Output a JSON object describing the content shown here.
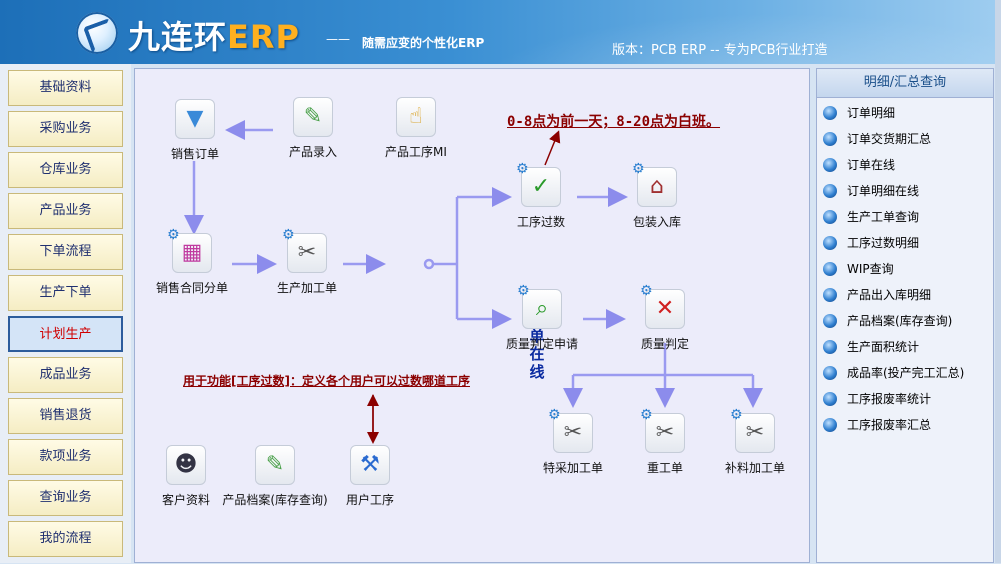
{
  "header": {
    "logo_cn": "九连环",
    "logo_en": "ERP",
    "slogan_dash": "——",
    "slogan": "随需应变的个性化ERP",
    "version": "版本：PCB ERP -- 专为PCB行业打造"
  },
  "nav": {
    "items": [
      "基础资料",
      "采购业务",
      "仓库业务",
      "产品业务",
      "下单流程",
      "生产下单",
      "计划生产",
      "成品业务",
      "销售退货",
      "款项业务",
      "查询业务",
      "我的流程"
    ],
    "active": "计划生产"
  },
  "flow": {
    "nodes": {
      "sales_order": "销售订单",
      "product_entry": "产品录入",
      "product_process": "产品工序MI",
      "contract_split": "销售合同分单",
      "production_order": "生产加工单",
      "process_count": "工序过数",
      "pack_stock": "包装入库",
      "quality_apply": "质量判定申请",
      "quality_judge": "质量判定",
      "special_order": "特采加工单",
      "rework_order": "重工单",
      "supplement_order": "补料加工单",
      "customer": "客户资料",
      "product_archive": "产品档案(库存查询)",
      "user_process": "用户工序"
    },
    "vertical_title": "加工单在线",
    "note_shift": "0-8点为前一天；8-20点为白班。",
    "note_function": "用于功能[工序过数]：定义各个用户可以过数哪道工序"
  },
  "right_panel": {
    "title": "明细/汇总查询",
    "items": [
      "订单明细",
      "订单交货期汇总",
      "订单在线",
      "订单明细在线",
      "生产工单查询",
      "工序过数明细",
      "WIP查询",
      "产品出入库明细",
      "产品档案(库存查询)",
      "生产面积统计",
      "成品率(投产完工汇总)",
      "工序报废率统计",
      "工序报废率汇总"
    ]
  },
  "colors": {
    "accent": "#1d6fb8",
    "arrow": "#9a9af0",
    "note": "#8b0000"
  }
}
